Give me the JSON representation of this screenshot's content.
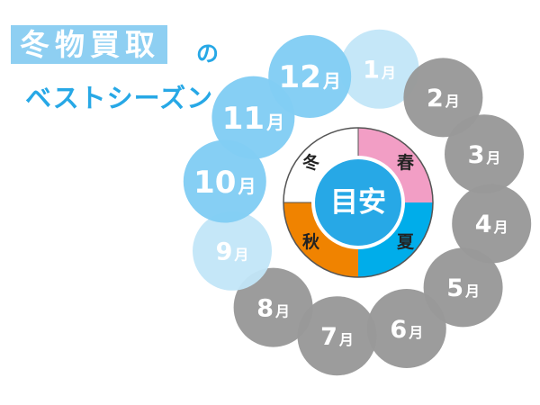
{
  "header": {
    "title": "冬物買取",
    "title_particle": "の",
    "subtitle": "ベストシーズン"
  },
  "colors": {
    "best": "#82cdf4",
    "moderate": "#c2e6f8",
    "off": "#999999",
    "spring": "#f29ec5",
    "summer": "#00adea",
    "autumn": "#f08300",
    "winter": "#ffffff",
    "center": "#27a8e6"
  },
  "month_unit": "月",
  "months": [
    {
      "num": "1",
      "level": "moderate"
    },
    {
      "num": "2",
      "level": "off"
    },
    {
      "num": "3",
      "level": "off"
    },
    {
      "num": "4",
      "level": "off"
    },
    {
      "num": "5",
      "level": "off"
    },
    {
      "num": "6",
      "level": "off"
    },
    {
      "num": "7",
      "level": "off"
    },
    {
      "num": "8",
      "level": "off"
    },
    {
      "num": "9",
      "level": "moderate"
    },
    {
      "num": "10",
      "level": "best"
    },
    {
      "num": "11",
      "level": "best"
    },
    {
      "num": "12",
      "level": "best"
    }
  ],
  "seasons": {
    "spring": "春",
    "summer": "夏",
    "autumn": "秋",
    "winter": "冬"
  },
  "center_label": "目安"
}
